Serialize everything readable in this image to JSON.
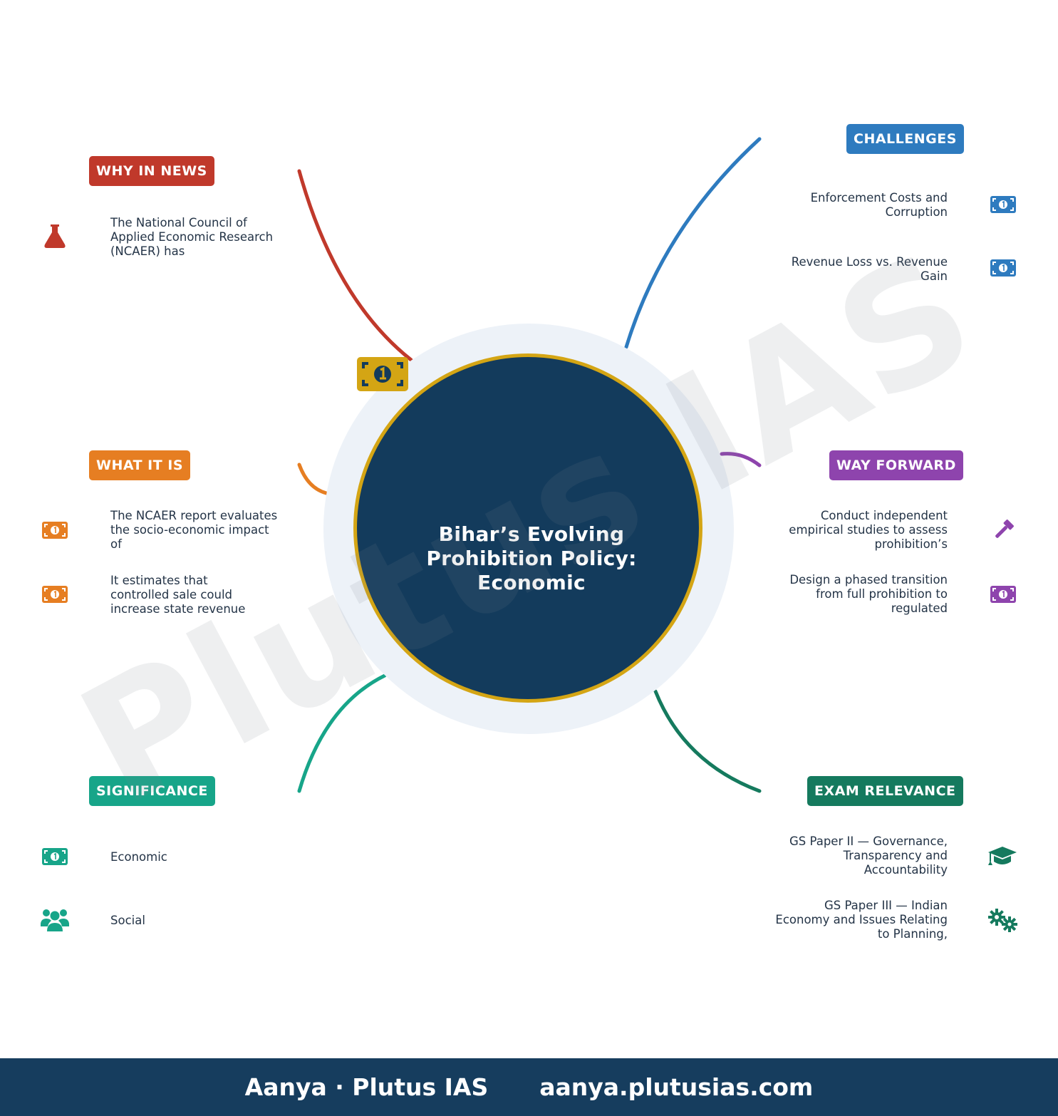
{
  "title": "Bihar’s Evolving Prohibition Policy: Economic",
  "watermark": "Plutus IAS",
  "colors": {
    "why": "#c0392b",
    "challenges": "#2e7bbf",
    "what": "#e67e22",
    "way": "#8e44ad",
    "significance": "#17a589",
    "exam": "#157a5e",
    "hub": "#133b5c",
    "gold": "#d4a514",
    "footer": "#163d5e"
  },
  "sections": {
    "why": {
      "label": "WHY IN NEWS",
      "items": [
        {
          "text": "The National Council of Applied Economic Research (NCAER) has",
          "icon": "flask-icon"
        }
      ]
    },
    "challenges": {
      "label": "CHALLENGES",
      "items": [
        {
          "text": "Enforcement Costs and Corruption",
          "icon": "money-bill-icon"
        },
        {
          "text": "Revenue Loss vs. Revenue Gain",
          "icon": "money-bill-icon"
        }
      ]
    },
    "what": {
      "label": "WHAT IT IS",
      "items": [
        {
          "text": "The NCAER report evaluates the socio-economic impact of",
          "icon": "money-bill-icon"
        },
        {
          "text": "It estimates that controlled sale could increase state revenue",
          "icon": "money-bill-icon"
        }
      ]
    },
    "way": {
      "label": "WAY FORWARD",
      "items": [
        {
          "text": "Conduct independent empirical studies to assess prohibition’s",
          "icon": "gavel-icon"
        },
        {
          "text": "Design a phased transition from full prohibition to regulated",
          "icon": "money-bill-icon"
        }
      ]
    },
    "significance": {
      "label": "SIGNIFICANCE",
      "items": [
        {
          "text": "Economic",
          "icon": "money-bill-icon"
        },
        {
          "text": "Social",
          "icon": "users-icon"
        }
      ]
    },
    "exam": {
      "label": "EXAM RELEVANCE",
      "items": [
        {
          "text": "GS Paper II — Governance, Transparency and Accountability",
          "icon": "graduation-cap-icon"
        },
        {
          "text": "GS Paper III — Indian Economy and Issues Relating to Planning,",
          "icon": "gears-icon"
        }
      ]
    }
  },
  "footer": {
    "brand": "Aanya · Plutus IAS",
    "url": "aanya.plutusias.com"
  }
}
